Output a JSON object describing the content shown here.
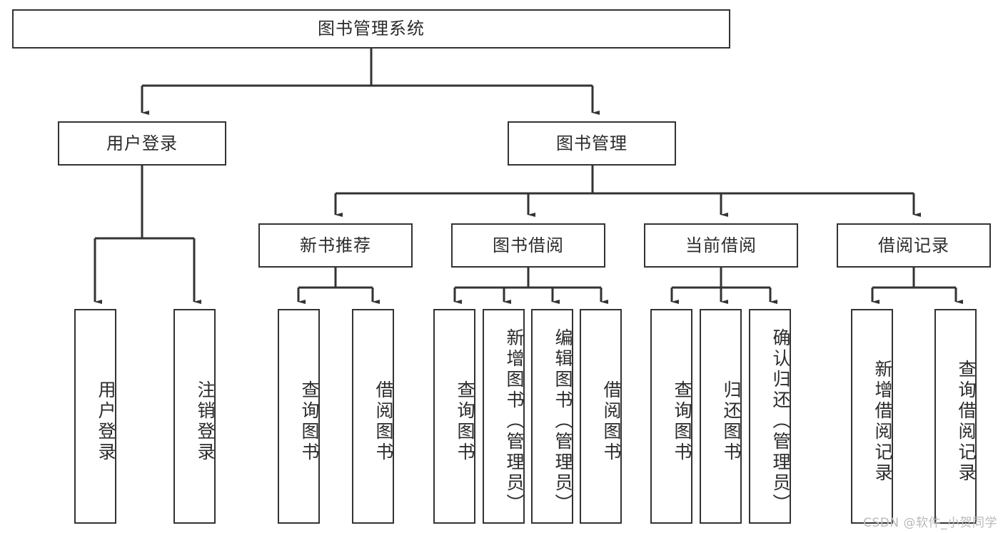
{
  "diagram": {
    "type": "tree-hierarchy-flowchart",
    "title": "图书管理系统",
    "root": {
      "id": "root",
      "label": "图书管理系统",
      "level": 0
    },
    "level2": [
      {
        "id": "user-login",
        "label": "用户登录"
      },
      {
        "id": "book-management",
        "label": "图书管理"
      }
    ],
    "level3": [
      {
        "id": "new-book-recommend",
        "label": "新书推荐",
        "parent": "book-management"
      },
      {
        "id": "book-borrow",
        "label": "图书借阅",
        "parent": "book-management"
      },
      {
        "id": "current-borrow",
        "label": "当前借阅",
        "parent": "book-management"
      },
      {
        "id": "borrow-record",
        "label": "借阅记录",
        "parent": "book-management"
      }
    ],
    "leaves": [
      {
        "id": "leaf-user-login",
        "label": "用户登录",
        "parent": "user-login"
      },
      {
        "id": "leaf-logout-login",
        "label": "注销登录",
        "parent": "user-login"
      },
      {
        "id": "leaf-query-book-1",
        "label": "查询图书",
        "parent": "new-book-recommend"
      },
      {
        "id": "leaf-borrow-book-1",
        "label": "借阅图书",
        "parent": "new-book-recommend"
      },
      {
        "id": "leaf-query-book-2",
        "label": "查询图书",
        "parent": "book-borrow"
      },
      {
        "id": "leaf-add-book",
        "label": "新增图书（管理员）",
        "parent": "book-borrow"
      },
      {
        "id": "leaf-edit-book",
        "label": "编辑图书（管理员）",
        "parent": "book-borrow"
      },
      {
        "id": "leaf-borrow-book-2",
        "label": "借阅图书",
        "parent": "book-borrow"
      },
      {
        "id": "leaf-query-book-3",
        "label": "查询图书",
        "parent": "current-borrow"
      },
      {
        "id": "leaf-return-book",
        "label": "归还图书",
        "parent": "current-borrow"
      },
      {
        "id": "leaf-confirm-return",
        "label": "确认归还（管理员）",
        "parent": "current-borrow"
      },
      {
        "id": "leaf-add-record",
        "label": "新增借阅记录",
        "parent": "borrow-record"
      },
      {
        "id": "leaf-query-record",
        "label": "查询借阅记录",
        "parent": "borrow-record"
      }
    ],
    "colors": {
      "stroke": "#333333",
      "box_fill": "#ffffff",
      "text": "#2b2b2b",
      "watermark": "#b9b9b9",
      "background": "#ffffff"
    }
  },
  "watermark": {
    "text": "CSDN @软件_小贺同学"
  }
}
